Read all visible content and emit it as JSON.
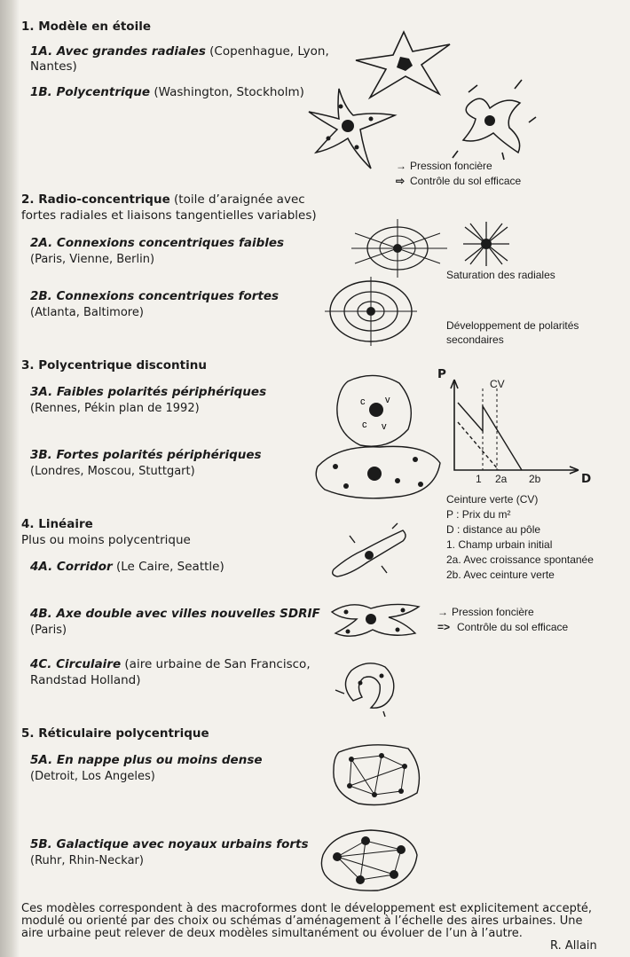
{
  "sections": [
    {
      "title": "1. Modèle en étoile",
      "note": ""
    },
    {
      "title": "2. Radio-concentrique",
      "note": " (toile d’araignée avec",
      "note2": "fortes radiales et liaisons tangentielles variables)"
    },
    {
      "title": "3. Polycentrique discontinu",
      "note": ""
    },
    {
      "title": "4. Linéaire",
      "note": "",
      "note2": "Plus ou moins polycentrique"
    },
    {
      "title": "5. Réticulaire polycentrique",
      "note": ""
    }
  ],
  "items": {
    "1A": {
      "label": "1A. Avec grandes radiales",
      "cities": " (Copenhague, Lyon,",
      "cities2": "Nantes)"
    },
    "1B": {
      "label": "1B. Polycentrique",
      "cities": " (Washington, Stockholm)"
    },
    "2A": {
      "label": "2A. Connexions concentriques faibles",
      "cities": "(Paris, Vienne, Berlin)"
    },
    "2B": {
      "label": "2B. Connexions concentriques fortes",
      "cities": "(Atlanta, Baltimore)"
    },
    "3A": {
      "label": "3A. Faibles polarités périphériques",
      "cities": "(Rennes, Pékin plan de 1992)"
    },
    "3B": {
      "label": "3B. Fortes polarités périphériques",
      "cities": "(Londres, Moscou, Stuttgart)"
    },
    "4A": {
      "label": "4A. Corridor",
      "cities": " (Le Caire, Seattle)"
    },
    "4B": {
      "label": "4B. Axe double avec villes nouvelles SDRIF",
      "cities": "(Paris)"
    },
    "4C": {
      "label": "4C. Circulaire",
      "cities": " (aire urbaine de San Francisco,",
      "cities2": "Randstad Holland)"
    },
    "5A": {
      "label": "5A. En nappe plus ou moins dense",
      "cities": "(Detroit, Los Angeles)"
    },
    "5B": {
      "label": "5B. Galactique avec noyaux urbains forts",
      "cities": "(Ruhr, Rhin-Neckar)"
    }
  },
  "legend_top": {
    "arrow1": "→",
    "text1": "Pression foncière",
    "arrow2": "⇨",
    "text2": "Contrôle du sol efficace"
  },
  "legend_mid": {
    "arrow1": "→",
    "text1": "Pression foncière",
    "arrow2": "=>",
    "text2": "Contrôle du sol efficace"
  },
  "notes": {
    "saturation": "Saturation des radiales",
    "dev1": "Développement de polarités",
    "dev2": "secondaires"
  },
  "graph": {
    "y_label": "P",
    "x_label": "D",
    "cv_label": "CV",
    "ticks": [
      "1",
      "2a",
      "2b"
    ],
    "lines": [
      "Ceinture verte (CV)",
      "P : Prix du m²",
      "D : distance au pôle",
      "1. Champ urbain initial",
      "2a. Avec croissance spontanée",
      "2b. Avec ceinture verte"
    ]
  },
  "footer": {
    "line1": "Ces modèles correspondent à des macroformes dont le développement est explicitement accepté,",
    "line2": "modulé ou orienté par des choix ou schémas d’aménagement à l’échelle des aires urbaines. Une",
    "line3": "aire urbaine peut relever de deux modèles simultanément ou évoluer de l’un à l’autre.",
    "author": "R. Allain"
  }
}
